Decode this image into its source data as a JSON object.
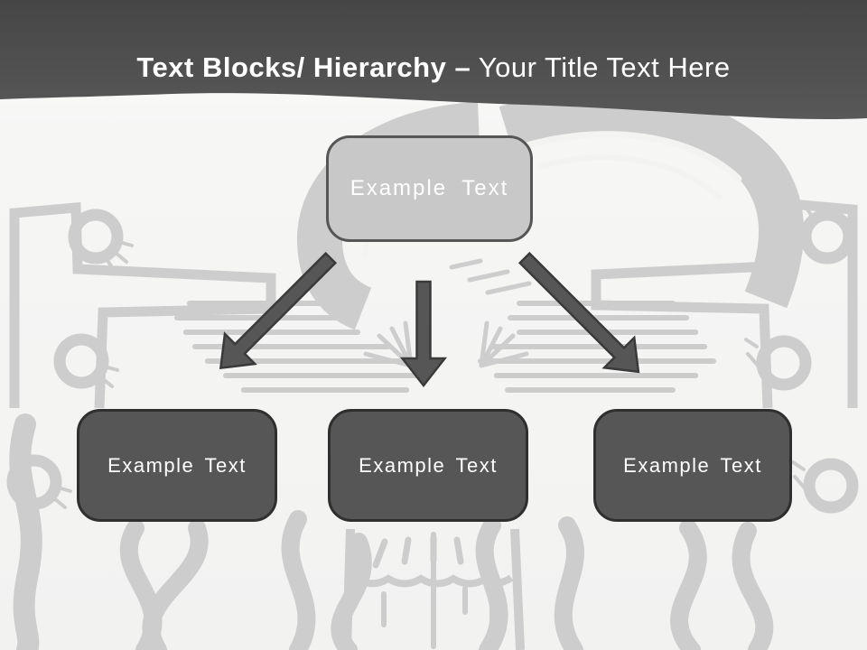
{
  "header": {
    "title_bold": "Text Blocks/ Hierarchy –",
    "title_regular": " Your Title Text Here",
    "text_color": "#ffffff",
    "band_top_color": "#464646",
    "band_bottom_color": "#585858"
  },
  "diagram": {
    "root": {
      "label": "Example Text",
      "fill": "#c8c8c8",
      "border": "#565656"
    },
    "children": [
      {
        "label": "Example Text"
      },
      {
        "label": "Example Text"
      },
      {
        "label": "Example Text"
      }
    ],
    "child_fill": "#565656",
    "child_border": "#2f2f2f",
    "arrow_color": "#565656",
    "label_color": "#ffffff"
  },
  "background": {
    "base_color": "#f2f2f1",
    "watermark": "bull-skull-cross-illustration",
    "watermark_color": "#cdcdcd"
  }
}
